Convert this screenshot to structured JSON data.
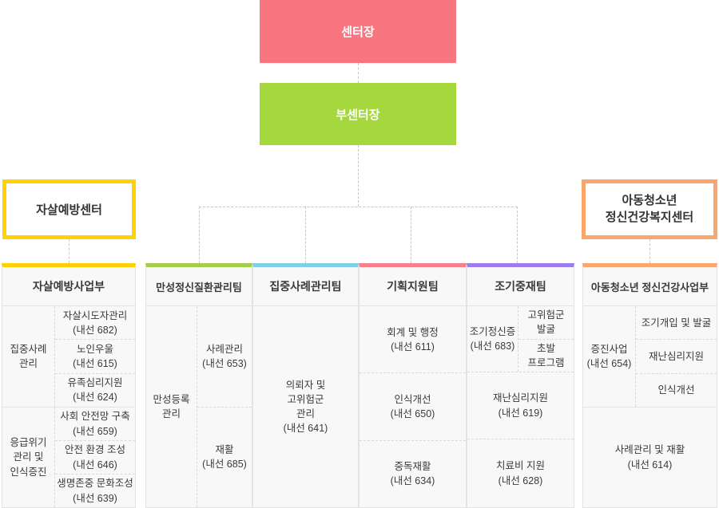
{
  "top": {
    "director": "센터장",
    "deputy": "부센터장"
  },
  "centers": {
    "suicide_center": "자살예방센터",
    "child_center": "아동청소년\n정신건강복지센터"
  },
  "dept_suicide": {
    "header": "자살예방사업부",
    "group1_label": "집중사례\n관리",
    "group1_items": [
      "자살시도자관리\n(내선 682)",
      "노인우울\n(내선 615)",
      "유족심리지원\n(내선 624)"
    ],
    "group2_label": "응급위기\n관리 및\n인식증진",
    "group2_items": [
      "사회 안전망 구축\n(내선 659)",
      "안전 환경 조성\n(내선 646)",
      "생명존중 문화조성\n(내선 639)"
    ]
  },
  "dept_chronic": {
    "header": "만성정신질환관리팀",
    "group_label": "만성등록\n관리",
    "items": [
      "사례관리\n(내선 653)",
      "재활\n(내선 685)"
    ]
  },
  "dept_intensive": {
    "header": "집중사례관리팀",
    "item": "의뢰자 및\n고위험군\n관리\n(내선 641)"
  },
  "dept_planning": {
    "header": "기획지원팀",
    "items": [
      "회계 및 행정\n(내선 611)",
      "인식개선\n(내선 650)",
      "중독재활\n(내선 634)"
    ]
  },
  "dept_early": {
    "header": "조기중재팀",
    "group1_label": "조기정신증\n(내선 683)",
    "group1_items": [
      "고위험군\n발굴",
      "초발\n프로그램"
    ],
    "items": [
      "재난심리지원\n(내선 619)",
      "치료비 지원\n(내선 628)"
    ]
  },
  "dept_child": {
    "header": "아동청소년 정신건강사업부",
    "group1_label": "증진사업\n(내선 654)",
    "group1_items": [
      "조기개입 및 발굴",
      "재난심리지원",
      "인식개선"
    ],
    "group2_item": "사례관리 및 재활\n(내선 614)"
  },
  "colors": {
    "director_bg": "#F7767F",
    "deputy_bg": "#A4D83C",
    "suicide_accent": "#FFD200",
    "chronic_accent": "#A4CF4C",
    "intensive_accent": "#7FD0E6",
    "planning_accent": "#F7808A",
    "early_accent": "#9E7EEA",
    "child_accent": "#F9A76F"
  }
}
